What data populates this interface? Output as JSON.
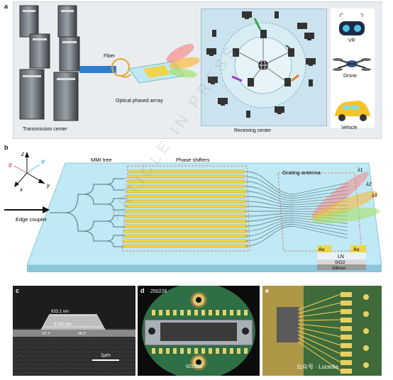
{
  "panel_a": {
    "letter": "a",
    "fiber_label": "Fiber",
    "opa_label": "Optical phased arrray",
    "tx_label": "Transmission center",
    "rx_label": "Receiving center",
    "vr_label": "VR",
    "drone_label": "Drone",
    "vehicle_label": "Vehicle"
  },
  "panel_b": {
    "letter": "b",
    "axis_z": "z",
    "axis_x": "x",
    "axis_y": "y",
    "axis_theta": "θ",
    "axis_phi": "φ",
    "mmi_label": "MMI tree",
    "ps_label": "Phase shifters",
    "grating_label": "Grating antenna",
    "edge_label": "Edge coupler",
    "lambda1": "λ1",
    "lambda2": "λ2",
    "lambda3": "λ3",
    "au1": "Au",
    "au2": "Au",
    "ln": "LN",
    "sio2": "SiO2",
    "silicon": "Silicon"
  },
  "panel_c": {
    "letter": "c",
    "width_top": "933.1 nm",
    "width_mid": "3.240 μm",
    "angle_left": "67.1°",
    "angle_right": "66.5°",
    "scale": "1μm"
  },
  "panel_d": {
    "letter": "d",
    "label_top": "250226",
    "label_bottom": "250226"
  },
  "panel_e": {
    "letter": "e",
    "watermark": "公众号 · Lucedia"
  },
  "watermark": "ARTICLE IN PRESS",
  "colors": {
    "panel_bg": "#e9edef",
    "chip_cyan": "#bfe9f5",
    "gold": "#f0d54a",
    "rx_bg": "#cbe3ee"
  }
}
